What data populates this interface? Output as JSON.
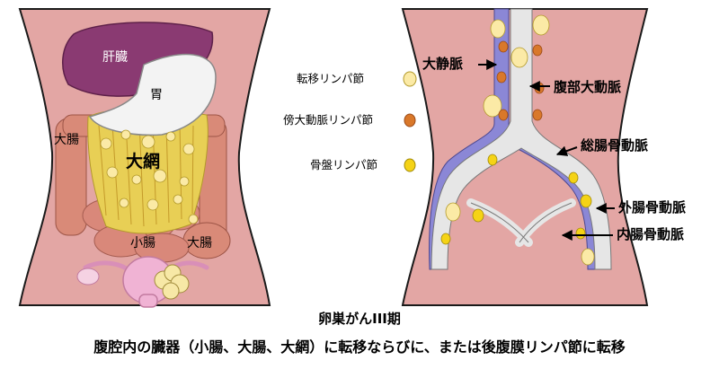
{
  "left_panel": {
    "labels": {
      "liver": "肝臓",
      "stomach": "胃",
      "omentum": "大網",
      "large_intestine_left": "大腸",
      "large_intestine_right": "大腸",
      "small_intestine": "小腸"
    }
  },
  "legend": {
    "items": [
      {
        "label": "転移リンパ節",
        "color": "#fbeaa6"
      },
      {
        "label": "傍大動脈リンパ節",
        "color": "#d9782a"
      },
      {
        "label": "骨盤リンパ節",
        "color": "#f5d316"
      }
    ]
  },
  "right_panel": {
    "labels": {
      "vena_cava": "大静脈",
      "abdominal_aorta": "腹部大動脈",
      "common_iliac": "総腸骨動脈",
      "external_iliac": "外腸骨動脈",
      "internal_iliac": "内腸骨動脈"
    }
  },
  "caption": {
    "title": "卵巣がんIII期",
    "description": "腹腔内の臓器（小腸、大腸、大網）に転移ならびに、または後腹膜リンパ節に転移"
  },
  "colors": {
    "skin": "#e3a6a4",
    "skin_outline": "#1a1a1a",
    "liver": "#8a3a72",
    "omentum": "#e8cf55",
    "intestine": "#d98a78",
    "aorta": "#e6e6e6",
    "vena_cava": "#8b87d6",
    "uterus": "#f0b3d4"
  }
}
